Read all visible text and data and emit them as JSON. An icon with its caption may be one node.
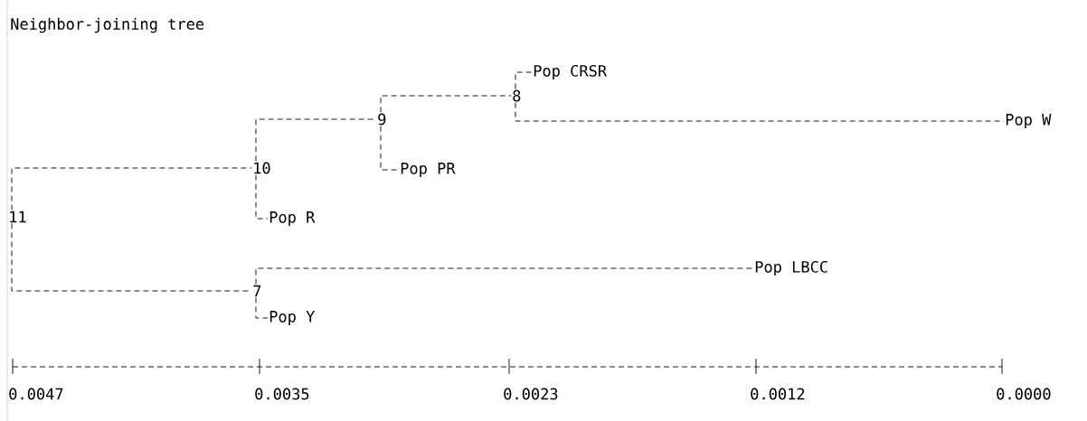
{
  "diagram": {
    "title": "Neighbor-joining tree",
    "nodes": [
      {
        "text": [
          "Pop CRSR"
        ]
      },
      {
        "text": [
          "8"
        ]
      },
      {
        "text": [
          "9"
        ]
      },
      {
        "text": [
          "Pop W"
        ]
      },
      {
        "text": [
          "10"
        ]
      },
      {
        "text": [
          "Pop PR"
        ]
      },
      {
        "text": [
          "11"
        ]
      },
      {
        "text": [
          "Pop R"
        ]
      },
      {
        "text": [
          "Pop LBCC"
        ]
      },
      {
        "text": [
          "7"
        ]
      },
      {
        "text": [
          "Pop Y"
        ]
      }
    ],
    "edges": [
      {
        "from": 1,
        "to": 0,
        "arrow": "none"
      },
      {
        "from": 1,
        "to": 3,
        "arrow": "none"
      },
      {
        "from": 2,
        "to": 1,
        "arrow": "none"
      },
      {
        "from": 2,
        "to": 5,
        "arrow": "none"
      },
      {
        "from": 4,
        "to": 2,
        "arrow": "none"
      },
      {
        "from": 4,
        "to": 7,
        "arrow": "none"
      },
      {
        "from": 6,
        "to": 4,
        "arrow": "none"
      },
      {
        "from": 6,
        "to": 9,
        "arrow": "none"
      },
      {
        "from": 9,
        "to": 8,
        "arrow": "none"
      },
      {
        "from": 9,
        "to": 10,
        "arrow": "none"
      }
    ],
    "labels": [
      "0.0047",
      "0.0035",
      "0.0023",
      "0.0012",
      "0.0000"
    ]
  }
}
